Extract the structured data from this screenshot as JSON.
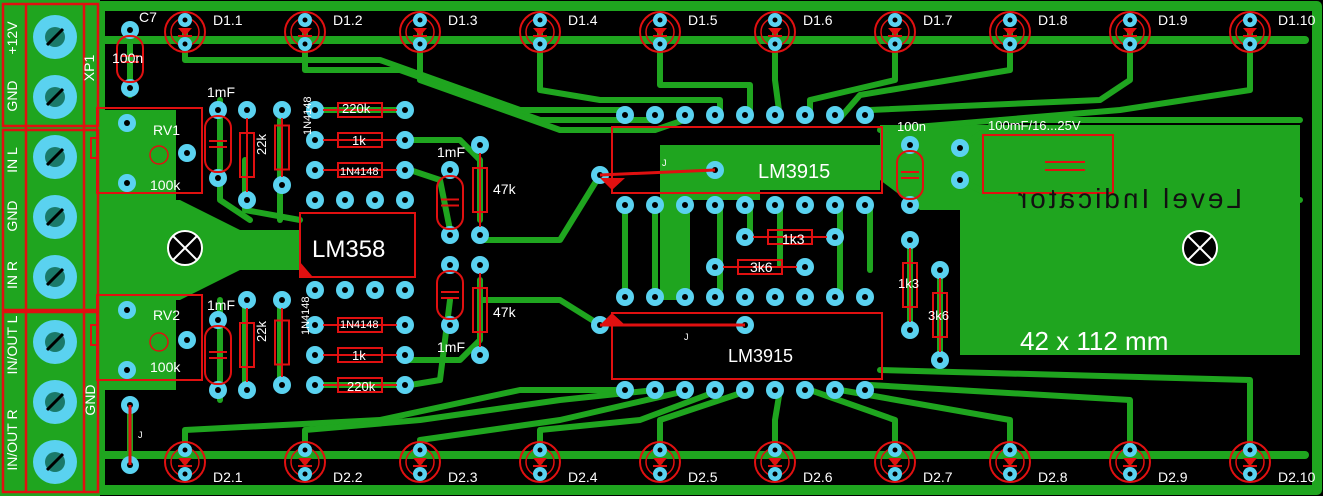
{
  "colors": {
    "copper": "#1fa51f",
    "background": "#000000",
    "silk": "#ffffff",
    "outline": "#e01010",
    "pad": "#5ad2f0",
    "hole": "#000000",
    "jumper": "#e01010"
  },
  "connector": {
    "ref": "XP1",
    "pins": [
      "+12V",
      "GND",
      "IN L",
      "GND",
      "IN R",
      "IN/OUT L",
      "IN/OUT R"
    ],
    "gnd_label": "GND"
  },
  "leds_top": [
    "D1.1",
    "D1.2",
    "D1.3",
    "D1.4",
    "D1.5",
    "D1.6",
    "D1.7",
    "D1.8",
    "D1.9",
    "D1.10"
  ],
  "leds_bottom": [
    "D2.1",
    "D2.2",
    "D2.3",
    "D2.4",
    "D2.5",
    "D2.6",
    "D2.7",
    "D2.8",
    "D2.9",
    "D2.10"
  ],
  "parts": {
    "c7_ref": "C7",
    "c7_val": "100n",
    "rv1_ref": "RV1",
    "rv1_val": "100k",
    "rv2_ref": "RV2",
    "rv2_val": "100k",
    "cap_1mf_a": "1mF",
    "cap_1mf_b": "1mF",
    "cap_1mf_c": "1mF",
    "cap_1mf_d": "1mF",
    "r22k_a": "22k",
    "r22k_b": "22k",
    "diode_a": "1N4148",
    "diode_b": "1N4148",
    "diode_c": "1N4148",
    "diode_d": "1N4148",
    "r220k_a": "220k",
    "r220k_b": "220k",
    "r1k_a": "1k",
    "r1k_b": "1k",
    "r47k_a": "47k",
    "r47k_b": "47k",
    "opamp": "LM358",
    "ic_top": "LM3915",
    "ic_bottom": "LM3915",
    "jumper_mark_a": "J",
    "jumper_mark_b": "J",
    "jumper_mark_c": "J",
    "r1k3_a": "1k3",
    "r1k3_b": "1k3",
    "r3k6_a": "3k6",
    "r3k6_b": "3k6",
    "c100n_b": "100n",
    "cap_big": "100mF/16...25V"
  },
  "board": {
    "mirrored_title": "Level Indicator",
    "dimensions": "42 x 112 mm"
  }
}
